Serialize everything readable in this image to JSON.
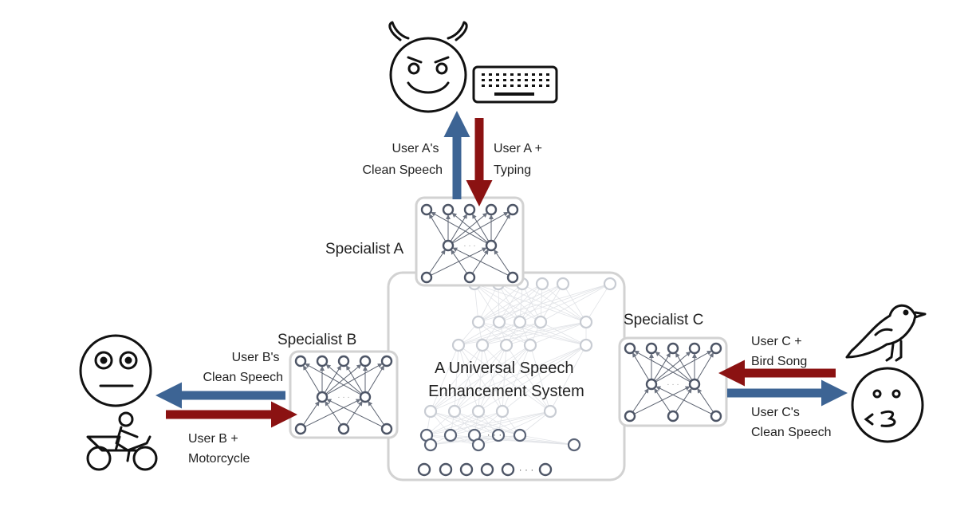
{
  "colors": {
    "up_arrow": "#3d6494",
    "down_arrow": "#8b1212",
    "node_stroke": "#4d5566",
    "box_border": "#d2d2d2",
    "faded_node": "#bfc4cc"
  },
  "icons": {
    "devil": "devil-face-icon",
    "keyboard": "keyboard-icon",
    "dizzy": "dizzy-face-icon",
    "motorcycle": "motorcycle-rider-icon",
    "bird": "bird-icon",
    "whistle": "whistling-face-icon"
  },
  "labels": {
    "user_a_clean": [
      "User A's",
      "Clean Speech"
    ],
    "user_a_typing": [
      "User A +",
      "Typing"
    ],
    "specialist_a": "Specialist A",
    "specialist_b": "Specialist B",
    "specialist_c": "Specialist C",
    "user_b_clean": [
      "User B's",
      "Clean Speech"
    ],
    "user_b_moto": [
      "User B +",
      "Motorcycle"
    ],
    "user_c_bird": [
      "User C +",
      "Bird Song"
    ],
    "user_c_clean": [
      "User C's",
      "Clean Speech"
    ],
    "universal": [
      "A Universal Speech",
      "Enhancement System"
    ],
    "ellipsis": "· · ·"
  }
}
